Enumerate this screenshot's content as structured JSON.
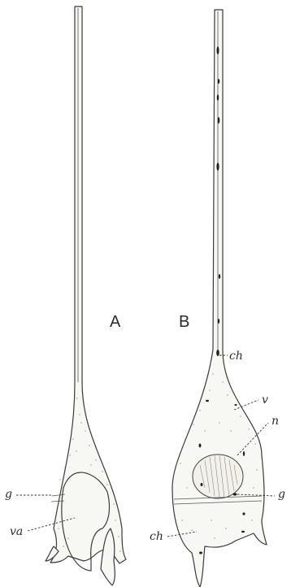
{
  "panels": {
    "a": {
      "letter": "A"
    },
    "b": {
      "letter": "B"
    }
  },
  "labels": {
    "g_left": "g",
    "va": "va",
    "ch_upper": "ch",
    "v": "v",
    "n": "n",
    "g_right": "g",
    "ch_lower": "ch"
  }
}
